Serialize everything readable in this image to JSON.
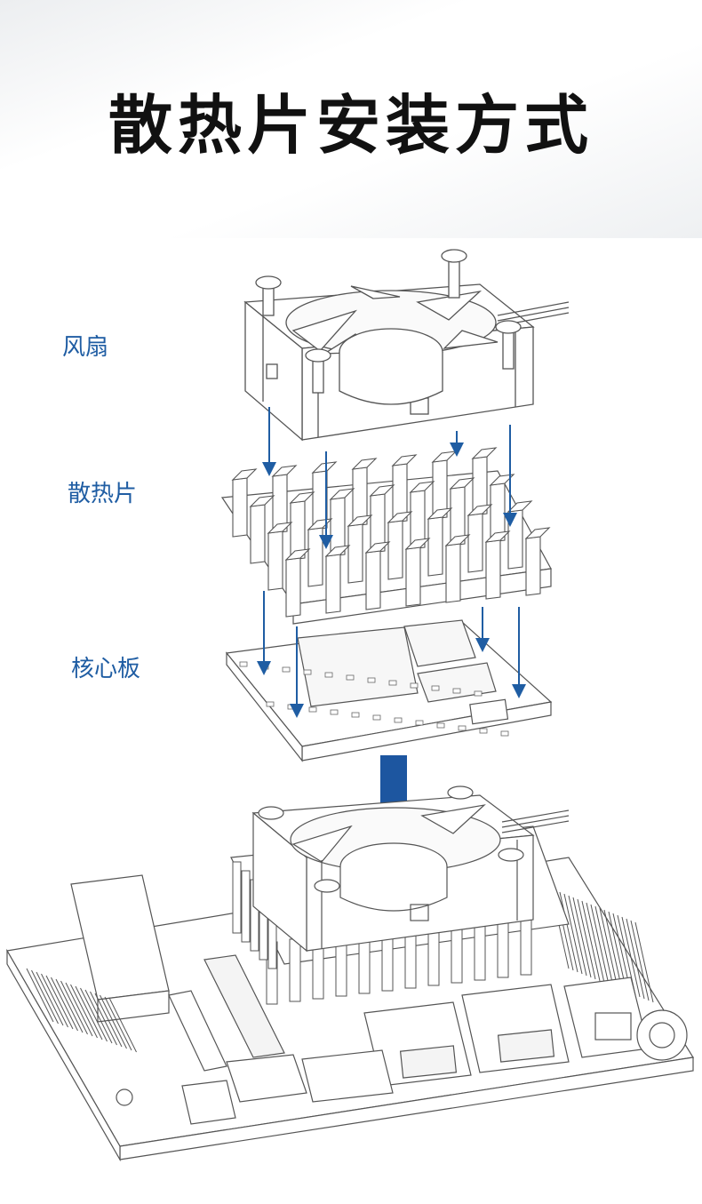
{
  "title": "散热片安装方式",
  "labels": {
    "fan": "风扇",
    "heatsink": "散热片",
    "core_board": "核心板"
  },
  "colors": {
    "label": "#1f5da3",
    "arrow": "#1f5da3",
    "big_arrow": "#1d56a0",
    "line": "#555555"
  }
}
